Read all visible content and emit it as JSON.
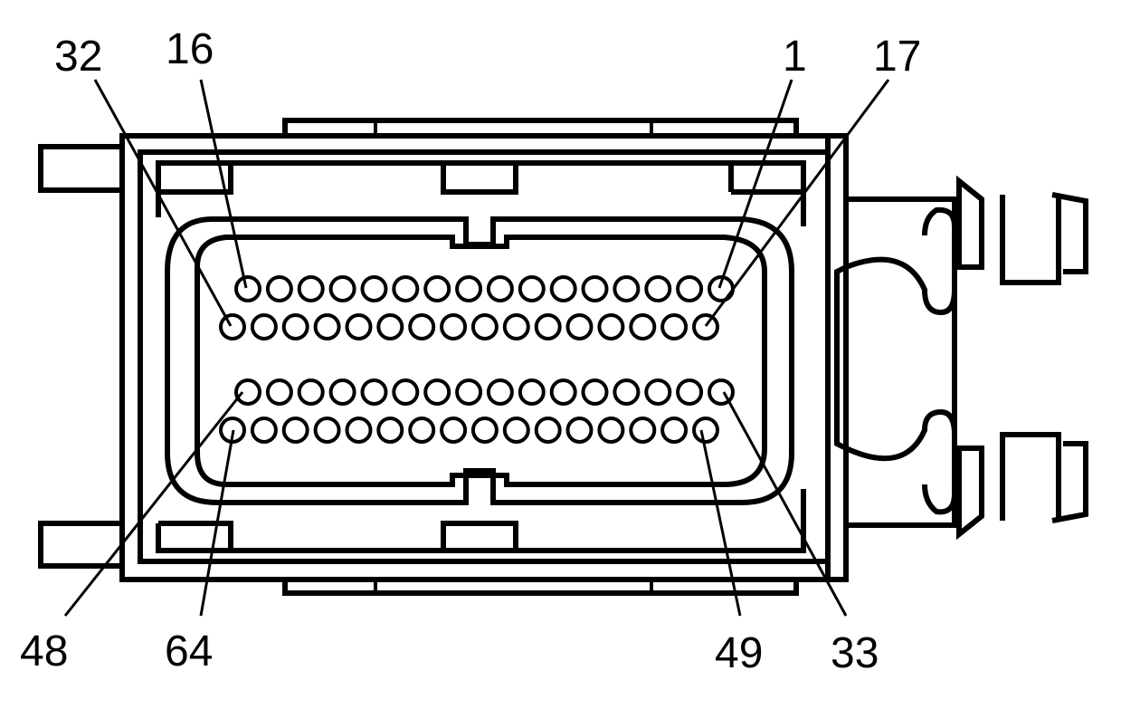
{
  "diagram": {
    "labels": {
      "pin_1": "1",
      "pin_16": "16",
      "pin_17": "17",
      "pin_32": "32",
      "pin_33": "33",
      "pin_48": "48",
      "pin_49": "49",
      "pin_64": "64"
    },
    "rows": [
      {
        "name": "row-1",
        "first_pin": 1,
        "last_pin": 16,
        "count": 16
      },
      {
        "name": "row-2",
        "first_pin": 17,
        "last_pin": 32,
        "count": 16
      },
      {
        "name": "row-3",
        "first_pin": 33,
        "last_pin": 48,
        "count": 16
      },
      {
        "name": "row-4",
        "first_pin": 49,
        "last_pin": 64,
        "count": 16
      }
    ],
    "colors": {
      "line": "#000000",
      "background": "#ffffff"
    }
  }
}
